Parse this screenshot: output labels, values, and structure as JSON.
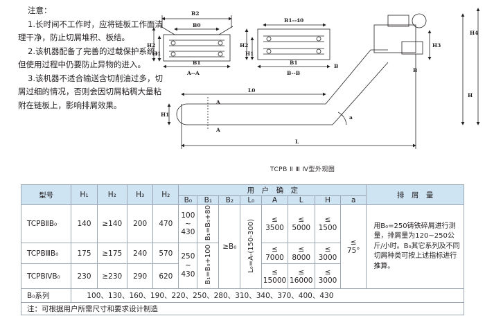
{
  "notes": {
    "title": "注意：",
    "items": [
      "1.长时间不工作时，应将链板工作面清理干净，防止切屑堆积、板结。",
      "2.该机器配备了完善的过载保护系统，但使用过程中仍要防止异物的进入。",
      "3.该机器不适合输送含切削油过多，切屑过细的情况，否则会因切屑粘稠大量粘附在链板上，影响排屑效果。"
    ]
  },
  "drawing": {
    "caption": "TCPB Ⅱ Ⅲ Ⅳ型外观图",
    "section_aa": {
      "b2": "B2",
      "b0": "B0",
      "h2": "H2",
      "h1": "H1",
      "b1": "B1",
      "name": "A--A"
    },
    "section_bb": {
      "b1_40": "B1--40",
      "h2": "H2",
      "h1": "H1",
      "b1": "B1",
      "name": "B--B"
    },
    "side": {
      "l0": "L0",
      "l": "L",
      "h1": "H1",
      "h": "H",
      "h3": "H3",
      "h4": "H4",
      "a1": "A",
      "a2": "A",
      "b1": "B",
      "b2": "B",
      "angle": "a"
    }
  },
  "table": {
    "h_model": "型号",
    "h_h1": "H₁",
    "h_h2": "H₂",
    "h_h3": "H₃",
    "h_h4": "H₂",
    "h_user": "用　户　确　定",
    "h_output": "排　屑　量",
    "h_b0": "B₀",
    "h_b1": "B₁",
    "h_b2": "B₂",
    "h_l0": "L₀",
    "h_a": "A",
    "h_l": "L",
    "h_h": "H",
    "h_ang": "a",
    "rows": [
      {
        "model": "TCPBⅡB₀",
        "h1": "140",
        "h2": "≥140",
        "h3": "200",
        "h4": "470",
        "a": "≤\n3500",
        "l": "≤\n5000",
        "h": "≤\n1500"
      },
      {
        "model": "TCPBⅢB₀",
        "h1": "175",
        "h2": "≥175",
        "h3": "240",
        "h4": "570",
        "a": "≤\n7000",
        "l": "≤\n8000",
        "h": "≤\n3000"
      },
      {
        "model": "TCPBⅣB₀",
        "h1": "230",
        "h2": "≥230",
        "h3": "290",
        "h4": "620",
        "a": "≤\n15000",
        "l": "≤\n16000",
        "h": "≤\n3000"
      }
    ],
    "b0_top": "100\n~\n430",
    "b0_bot": "250\n~\n430",
    "b1_top": "B₁=B₀+80",
    "b1_bot": "B₁=B₀+100",
    "b2_val": "≥B₀",
    "l0_val": "L₀=A-(150-300)",
    "ang_val": "≤\n75°",
    "output_text": "用B₀=250铸铁碎屑进行测量，排屑量为120~250公斤/小时。B₀其它系列及不同切屑种类可按上述指标进行推算。",
    "series_label": "B₀系列",
    "series_values": "100、130、160、190、220、250、280、310、340、370、400、430",
    "footnote": "注：可根据用户所需尺寸和要求设计制造"
  }
}
